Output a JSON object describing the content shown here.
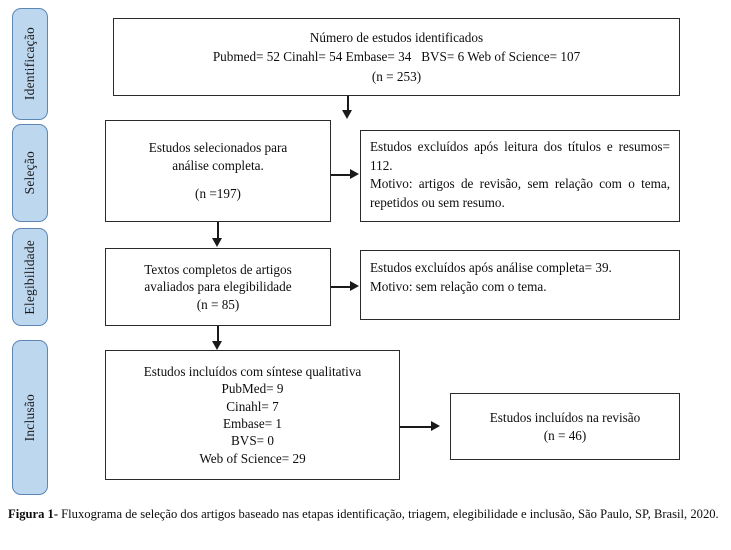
{
  "figure": {
    "caption_label": "Figura 1-",
    "caption_text": " Fluxograma de seleção dos artigos baseado nas etapas identificação, triagem, elegibilidade e inclusão, São Paulo, SP, Brasil, 2020."
  },
  "colors": {
    "stage_fill": "#bdd7ee",
    "stage_border": "#5b87b5",
    "box_border": "#2b2b2b",
    "connector": "#1a1a1a",
    "text": "#0d0d0d",
    "background": "#ffffff"
  },
  "stages": [
    {
      "id": "identificacao",
      "label": "Identificação"
    },
    {
      "id": "selecao",
      "label": "Seleção"
    },
    {
      "id": "elegibilidade",
      "label": "Elegibilidade"
    },
    {
      "id": "inclusao",
      "label": "Inclusão"
    }
  ],
  "boxes": {
    "identificados": {
      "line1": "Número de estudos identificados",
      "line2": "Pubmed= 52 Cinahl= 54 Embase= 34   BVS= 6 Web of Science= 107",
      "line3": "(n = 253)"
    },
    "selecionados": {
      "line1": "Estudos selecionados para",
      "line2": "análise completa.",
      "line3": "(n =197)"
    },
    "excluidos_titulos": {
      "line1": "Estudos excluídos após leitura dos títulos e resumos= 112.",
      "line2": "Motivo: artigos de revisão, sem relação com o tema, repetidos ou sem resumo."
    },
    "textos_completos": {
      "line1": "Textos completos de artigos",
      "line2": "avaliados para elegibilidade",
      "line3": "(n = 85)"
    },
    "excluidos_analise": {
      "line1": "Estudos excluídos após análise completa= 39.",
      "line2": "Motivo: sem relação com o tema."
    },
    "incluidos_sintese": {
      "line1": "Estudos incluídos com síntese qualitativa",
      "line2": "PubMed= 9",
      "line3": "Cinahl= 7",
      "line4": "Embase= 1",
      "line5": "BVS= 0",
      "line6": "Web of Science= 29"
    },
    "incluidos_revisao": {
      "line1": "Estudos incluídos na revisão",
      "line2": "(n = 46)"
    }
  },
  "chart_data": {
    "type": "diagram",
    "title": "PRISMA flow diagram — seleção de artigos",
    "stages": [
      "Identificação",
      "Seleção",
      "Elegibilidade",
      "Inclusão"
    ],
    "nodes": [
      {
        "id": "identificados",
        "stage": "Identificação",
        "label": "Número de estudos identificados",
        "n": 253,
        "sources": [
          {
            "name": "Pubmed",
            "count": 52
          },
          {
            "name": "Cinahl",
            "count": 54
          },
          {
            "name": "Embase",
            "count": 34
          },
          {
            "name": "BVS",
            "count": 6
          },
          {
            "name": "Web of Science",
            "count": 107
          }
        ]
      },
      {
        "id": "selecionados",
        "stage": "Seleção",
        "label": "Estudos selecionados para análise completa.",
        "n": 197
      },
      {
        "id": "excluidos_titulos",
        "stage": "Seleção",
        "label": "Estudos excluídos após leitura dos títulos e resumos",
        "n": 112,
        "reason": "artigos de revisão, sem relação com o tema, repetidos ou sem resumo."
      },
      {
        "id": "textos_completos",
        "stage": "Elegibilidade",
        "label": "Textos completos de artigos avaliados para elegibilidade",
        "n": 85
      },
      {
        "id": "excluidos_analise",
        "stage": "Elegibilidade",
        "label": "Estudos excluídos após análise completa",
        "n": 39,
        "reason": "sem relação com o tema."
      },
      {
        "id": "incluidos_sintese",
        "stage": "Inclusão",
        "label": "Estudos incluídos com síntese qualitativa",
        "sources": [
          {
            "name": "PubMed",
            "count": 9
          },
          {
            "name": "Cinahl",
            "count": 7
          },
          {
            "name": "Embase",
            "count": 1
          },
          {
            "name": "BVS",
            "count": 0
          },
          {
            "name": "Web of Science",
            "count": 29
          }
        ]
      },
      {
        "id": "incluidos_revisao",
        "stage": "Inclusão",
        "label": "Estudos incluídos na revisão",
        "n": 46
      }
    ],
    "edges": [
      {
        "from": "identificados",
        "to": "selecionados",
        "direction": "down"
      },
      {
        "from": "selecionados",
        "to": "excluidos_titulos",
        "direction": "right"
      },
      {
        "from": "selecionados",
        "to": "textos_completos",
        "direction": "down"
      },
      {
        "from": "textos_completos",
        "to": "excluidos_analise",
        "direction": "right"
      },
      {
        "from": "textos_completos",
        "to": "incluidos_sintese",
        "direction": "down"
      },
      {
        "from": "incluidos_sintese",
        "to": "incluidos_revisao",
        "direction": "right"
      }
    ]
  }
}
